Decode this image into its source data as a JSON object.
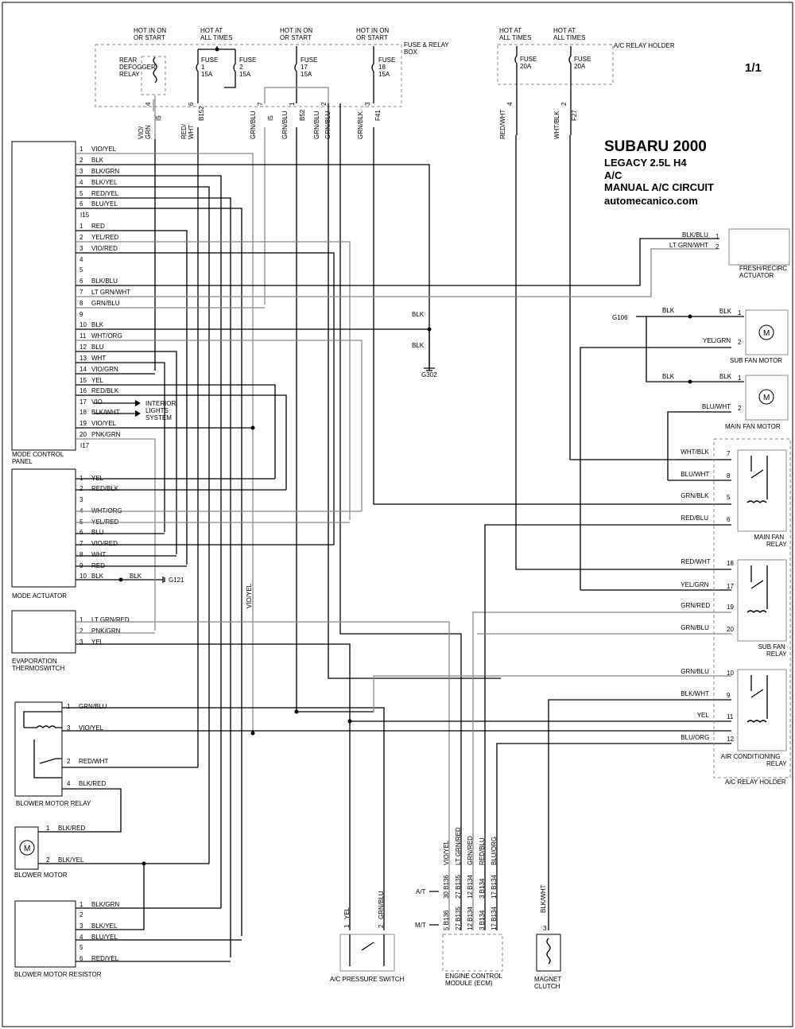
{
  "header": {
    "page": "1/1",
    "make": "SUBARU 2000",
    "model": "LEGACY  2.5L  H4",
    "system": "A/C",
    "circuit": "MANUAL A/C CIRCUIT",
    "site": "automecanico.com"
  },
  "power": {
    "hot1": "HOT IN ON\nOR START",
    "hot2": "HOT AT\nALL TIMES",
    "hot3": "HOT IN ON\nOR START",
    "hot4": "HOT IN ON\nOR START",
    "hot5": "HOT AT\nALL TIMES",
    "hot6": "HOT AT\nALL TIMES",
    "fuse_box": "FUSE & RELAY\nBOX",
    "relay_holder_top": "A/C RELAY HOLDER",
    "rear_defogger": "REAR\nDEFOGGER\nRELAY",
    "fuse1": "FUSE\n1\n15A",
    "fuse2": "FUSE\n2\n15A",
    "fuse17": "FUSE\n17\n15A",
    "fuse18": "FUSE\n18\n15A",
    "fuse_a": "FUSE\n20A",
    "fuse_b": "FUSE\n20A"
  },
  "top_wires": [
    {
      "color": "VIO/\nGRN",
      "pin": "4",
      "conn": "I5"
    },
    {
      "color": "RED/\nWHT",
      "pin": "6",
      "conn": "B152"
    },
    {
      "color": "GRN/BLU",
      "pin": "7",
      "conn": "I5"
    },
    {
      "color": "GRN/BLU",
      "pin": "1",
      "conn": "B52"
    },
    {
      "color": "GRN/BLU",
      "pin": "2",
      "conn": ""
    },
    {
      "color": "GRN/BLU",
      "pin": "",
      "conn": ""
    },
    {
      "color": "GRN/BLK",
      "pin": "3",
      "conn": "F41"
    },
    {
      "color": "RED/WHT",
      "pin": "4",
      "conn": ""
    },
    {
      "color": "WHT/BLK",
      "pin": "2",
      "conn": "F27"
    }
  ],
  "mode_control_panel": {
    "name": "MODE CONTROL\nPANEL",
    "conn1": "I15",
    "conn2": "I17",
    "pins1": [
      {
        "n": "1",
        "c": "VIO/YEL"
      },
      {
        "n": "2",
        "c": "BLK"
      },
      {
        "n": "3",
        "c": "BLK/GRN"
      },
      {
        "n": "4",
        "c": "BLK/YEL"
      },
      {
        "n": "5",
        "c": "RED/YEL"
      },
      {
        "n": "6",
        "c": "BLU/YEL"
      }
    ],
    "pins2": [
      {
        "n": "1",
        "c": "RED"
      },
      {
        "n": "2",
        "c": "YEL/RED"
      },
      {
        "n": "3",
        "c": "VIO/RED"
      },
      {
        "n": "4",
        "c": ""
      },
      {
        "n": "5",
        "c": ""
      },
      {
        "n": "6",
        "c": "BLK/BLU"
      },
      {
        "n": "7",
        "c": "LT GRN/WHT"
      },
      {
        "n": "8",
        "c": "GRN/BLU"
      },
      {
        "n": "9",
        "c": ""
      },
      {
        "n": "10",
        "c": "BLK"
      },
      {
        "n": "11",
        "c": "WHT/ORG"
      },
      {
        "n": "12",
        "c": "BLU"
      },
      {
        "n": "13",
        "c": "WHT"
      },
      {
        "n": "14",
        "c": "VIO/GRN"
      },
      {
        "n": "15",
        "c": "YEL"
      },
      {
        "n": "16",
        "c": "RED/BLK"
      },
      {
        "n": "17",
        "c": "VIO"
      },
      {
        "n": "18",
        "c": "BLK/WHT"
      },
      {
        "n": "19",
        "c": "VIO/YEL"
      },
      {
        "n": "20",
        "c": "PNK/GRN"
      }
    ],
    "interior": "INTERIOR\nLIGHTS\nSYSTEM"
  },
  "mode_actuator": {
    "name": "MODE ACTUATOR",
    "pins": [
      {
        "n": "1",
        "c": "YEL"
      },
      {
        "n": "2",
        "c": "RED/BLK"
      },
      {
        "n": "3",
        "c": ""
      },
      {
        "n": "4",
        "c": "WHT/ORG"
      },
      {
        "n": "5",
        "c": "YEL/RED"
      },
      {
        "n": "6",
        "c": "BLU"
      },
      {
        "n": "7",
        "c": "VIO/RED"
      },
      {
        "n": "8",
        "c": "WHT"
      },
      {
        "n": "9",
        "c": "RED"
      },
      {
        "n": "10",
        "c": "BLK"
      }
    ],
    "ground_wire": "BLK",
    "ground": "G121"
  },
  "evap": {
    "name": "EVAPORATION\nTHERMOSWITCH",
    "pins": [
      {
        "n": "1",
        "c": "LT GRN/RED"
      },
      {
        "n": "2",
        "c": "PNK/GRN"
      },
      {
        "n": "3",
        "c": "YEL"
      }
    ]
  },
  "blower_relay": {
    "name": "BLOWER MOTOR RELAY",
    "pins": [
      {
        "n": "1",
        "c": "GRN/BLU"
      },
      {
        "n": "3",
        "c": "VIO/YEL"
      },
      {
        "n": "2",
        "c": "RED/WHT"
      },
      {
        "n": "4",
        "c": "BLK/RED"
      }
    ]
  },
  "blower_motor": {
    "name": "BLOWER MOTOR",
    "pins": [
      {
        "n": "1",
        "c": "BLK/RED"
      },
      {
        "n": "2",
        "c": "BLK/YEL"
      }
    ]
  },
  "blower_resistor": {
    "name": "BLOWER MOTOR RESISTOR",
    "pins": [
      {
        "n": "1",
        "c": "BLK/GRN"
      },
      {
        "n": "2",
        "c": ""
      },
      {
        "n": "3",
        "c": "BLK/YEL"
      },
      {
        "n": "4",
        "c": "BLU/YEL"
      },
      {
        "n": "5",
        "c": ""
      },
      {
        "n": "6",
        "c": "RED/YEL"
      }
    ]
  },
  "ground_g302": {
    "w1": "BLK",
    "w2": "BLK",
    "name": "G302"
  },
  "vio_yel_vert": "VIO/YEL",
  "fresh_recirc": {
    "name": "FRESH/RECIRC\nACTUATOR",
    "pins": [
      {
        "n": "1",
        "c": "BLK/BLU"
      },
      {
        "n": "2",
        "c": "LT GRN/WHT"
      }
    ]
  },
  "sub_fan_motor": {
    "name": "SUB FAN MOTOR",
    "ground": "G106",
    "gw": "BLK",
    "pins": [
      {
        "n": "1",
        "c": "BLK"
      },
      {
        "n": "2",
        "c": "YEL/GRN"
      }
    ]
  },
  "main_fan_motor": {
    "name": "MAIN FAN MOTOR",
    "gw": "BLK",
    "pins": [
      {
        "n": "1",
        "c": "BLK"
      },
      {
        "n": "2",
        "c": "BLU/WHT"
      }
    ]
  },
  "main_fan_relay": {
    "name": "MAIN FAN\nRELAY",
    "pins": [
      {
        "n": "7",
        "c": "WHT/BLK"
      },
      {
        "n": "8",
        "c": "BLU/WHT"
      },
      {
        "n": "5",
        "c": "GRN/BLK"
      },
      {
        "n": "6",
        "c": "RED/BLU"
      }
    ]
  },
  "sub_fan_relay": {
    "name": "SUB FAN\nRELAY",
    "pins": [
      {
        "n": "18",
        "c": "RED/WHT"
      },
      {
        "n": "17",
        "c": "YEL/GRN"
      },
      {
        "n": "19",
        "c": "GRN/RED"
      },
      {
        "n": "20",
        "c": "GRN/BLU"
      }
    ]
  },
  "ac_relay": {
    "name": "AIR CONDITIONING\nRELAY",
    "holder": "A/C RELAY HOLDER",
    "pins": [
      {
        "n": "10",
        "c": "GRN/BLU"
      },
      {
        "n": "9",
        "c": "BLK/WHT"
      },
      {
        "n": "11",
        "c": "YEL"
      },
      {
        "n": "12",
        "c": "BLU/ORG"
      }
    ]
  },
  "pressure_switch": {
    "name": "A/C PRESSURE SWITCH",
    "pins": [
      {
        "n": "1",
        "c": "YEL"
      },
      {
        "n": "2",
        "c": "GRN/BLU"
      }
    ]
  },
  "ecm": {
    "name": "ENGINE CONTROL\nMODULE (ECM)",
    "at": "A/T",
    "mt": "M/T",
    "wires": [
      {
        "c": "VIO/YEL",
        "at": "30  B136",
        "mt": "5  B136"
      },
      {
        "c": "LT GRN/RED",
        "at": "27  B135",
        "mt": "27  B135"
      },
      {
        "c": "GRN/RED",
        "at": "12  B134",
        "mt": "12  B134"
      },
      {
        "c": "RED/BLU",
        "at": "3  B134",
        "mt": "3  B134"
      },
      {
        "c": "BLU/ORG",
        "at": "17  B134",
        "mt": "17  B134"
      }
    ]
  },
  "magnet_clutch": {
    "name": "MAGNET\nCLUTCH",
    "pin": "3",
    "c": "BLK/WHT"
  }
}
